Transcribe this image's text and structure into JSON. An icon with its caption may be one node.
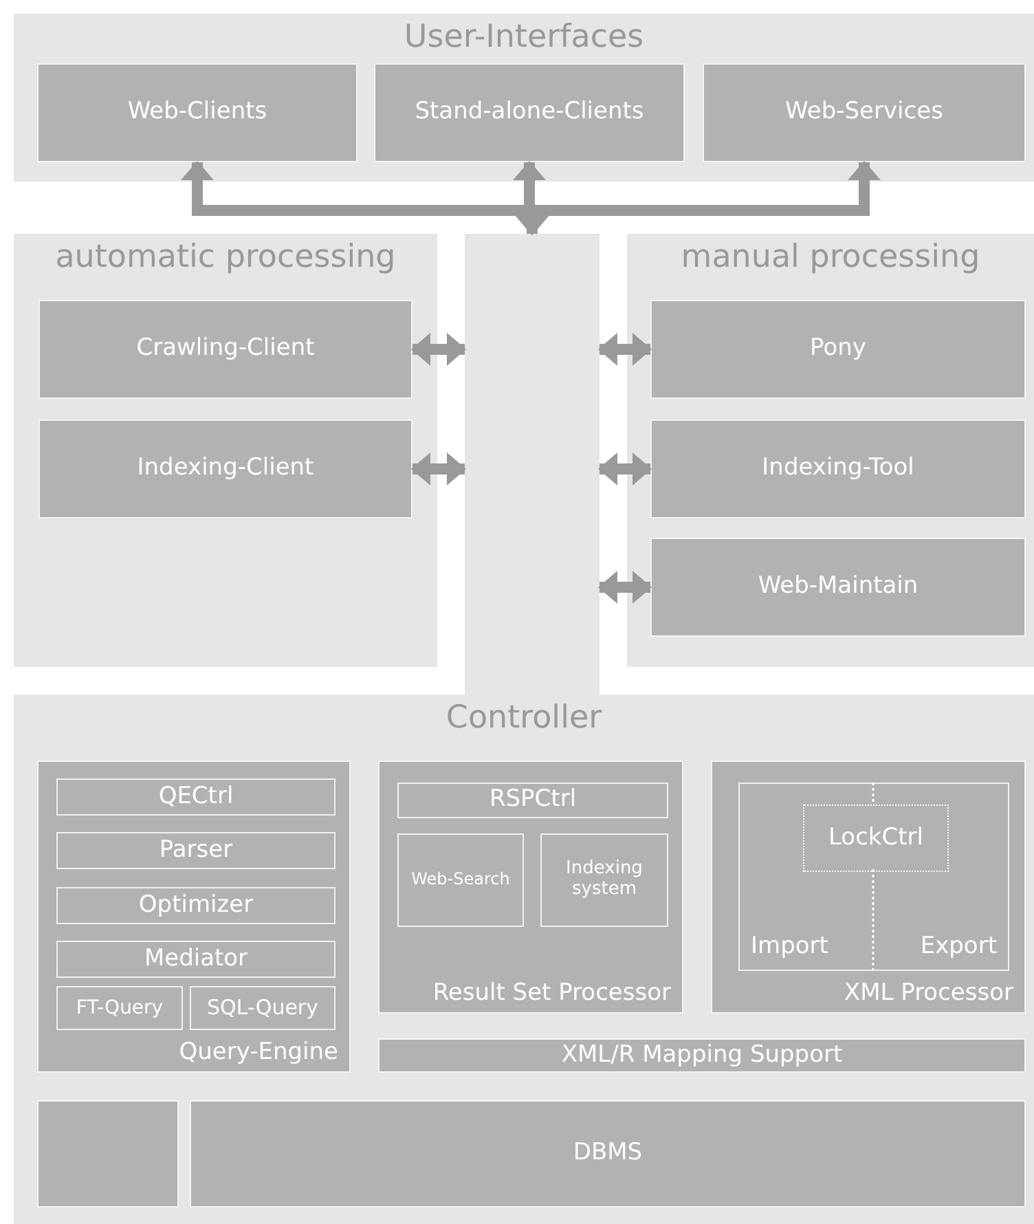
{
  "diagram": {
    "nodes": [
      {
        "text": [
          "User-Interfaces"
        ]
      },
      {
        "text": [
          "Web-Clients"
        ],
        "in": 0
      },
      {
        "text": [
          "Stand-alone-Clients"
        ],
        "in": 0
      },
      {
        "text": [
          "Web-Services"
        ],
        "in": 0
      },
      {
        "text": [
          "automatic processing"
        ]
      },
      {
        "text": [
          "Crawling-Client"
        ],
        "in": 4
      },
      {
        "text": [
          "Indexing-Client"
        ],
        "in": 4
      },
      {
        "text": [],
        "shape": "bar"
      },
      {
        "text": [
          "manual processing"
        ]
      },
      {
        "text": [
          "Pony"
        ],
        "in": 8
      },
      {
        "text": [
          "Indexing-Tool"
        ],
        "in": 8
      },
      {
        "text": [
          "Web-Maintain"
        ],
        "in": 8
      },
      {
        "text": [
          "Controller"
        ]
      },
      {
        "text": [
          "Query-Engine"
        ],
        "in": 12
      },
      {
        "text": [
          "QECtrl"
        ],
        "in": 13
      },
      {
        "text": [
          "Parser"
        ],
        "in": 13
      },
      {
        "text": [
          "Optimizer"
        ],
        "in": 13
      },
      {
        "text": [
          "Mediator"
        ],
        "in": 13
      },
      {
        "text": [
          "FT-Query"
        ],
        "in": 13
      },
      {
        "text": [
          "SQL-Query"
        ],
        "in": 13
      },
      {
        "text": [
          "Result Set Processor"
        ],
        "in": 12
      },
      {
        "text": [
          "RSPCtrl"
        ],
        "in": 20
      },
      {
        "text": [
          "Web-Search"
        ],
        "in": 20
      },
      {
        "text": [
          "Indexing system"
        ],
        "in": 20
      },
      {
        "text": [
          "XML Processor"
        ],
        "in": 12
      },
      {
        "text": [
          "Import",
          "Export"
        ],
        "in": 24
      },
      {
        "text": [
          "LockCtrl"
        ],
        "in": 25
      },
      {
        "text": [
          "XML/R Mapping Support"
        ],
        "in": 12
      },
      {
        "text": [],
        "shape": "box",
        "in": 12
      },
      {
        "text": [
          "DBMS"
        ],
        "in": 12
      }
    ],
    "edges": [
      {
        "from": 7,
        "to": 1,
        "arrow": "both"
      },
      {
        "from": 7,
        "to": 2,
        "arrow": "both"
      },
      {
        "from": 7,
        "to": 3,
        "arrow": "both"
      },
      {
        "from": 5,
        "to": 7,
        "arrow": "both"
      },
      {
        "from": 6,
        "to": 7,
        "arrow": "both"
      },
      {
        "from": 9,
        "to": 7,
        "arrow": "both"
      },
      {
        "from": 10,
        "to": 7,
        "arrow": "both"
      },
      {
        "from": 11,
        "to": 7,
        "arrow": "both"
      },
      {
        "from": 26,
        "to": 25,
        "arrow": "none",
        "style": "dashed",
        "color": "#ffffff"
      },
      {
        "from": 26,
        "to": 25,
        "arrow": "none",
        "style": "dashed",
        "color": "#ffffff"
      }
    ]
  }
}
